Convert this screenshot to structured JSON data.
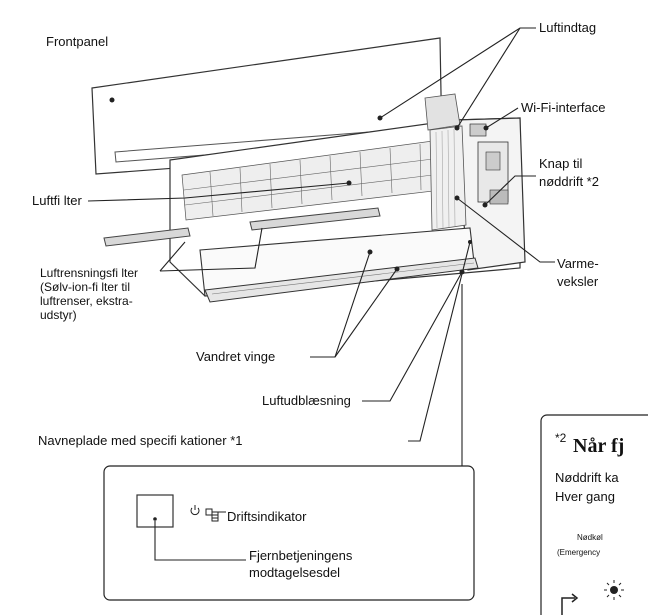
{
  "labels": {
    "frontpanel": "Frontpanel",
    "luftindtag": "Luftindtag",
    "wifi_interface": "Wi-Fi-interface",
    "knap_line1": "Knap til",
    "knap_line2": "nøddrift *2",
    "luftfilter": "Luftfi lter",
    "luftrens_line1": "Luftrensningsfi lter",
    "luftrens_line2": "(Sølv-ion-fi lter til",
    "luftrens_line3": "luftrenser, ekstra-",
    "luftrens_line4": "udstyr)",
    "varme_line1": "Varme-",
    "varme_line2": "veksler",
    "vandret_vinge": "Vandret vinge",
    "luftudblaesning": "Luftudblæsning",
    "navneplade": "Navneplade med specifi kationer *1",
    "driftsindikator": "Driftsindikator",
    "fjern_line1": "Fjernbetjeningens",
    "fjern_line2": "modtagelsesdel"
  },
  "sidebox": {
    "superscript": "*2",
    "title": "Når fj",
    "line1": "Nøddrift ka",
    "line2": "Hver gang",
    "label_da": "Nødkøl",
    "label_en": "(Emergency"
  },
  "icons": {
    "power": "power-icon",
    "indicator": "indicator-lamp-icon",
    "sun": "sun-icon",
    "arrow": "corner-arrow-icon"
  }
}
